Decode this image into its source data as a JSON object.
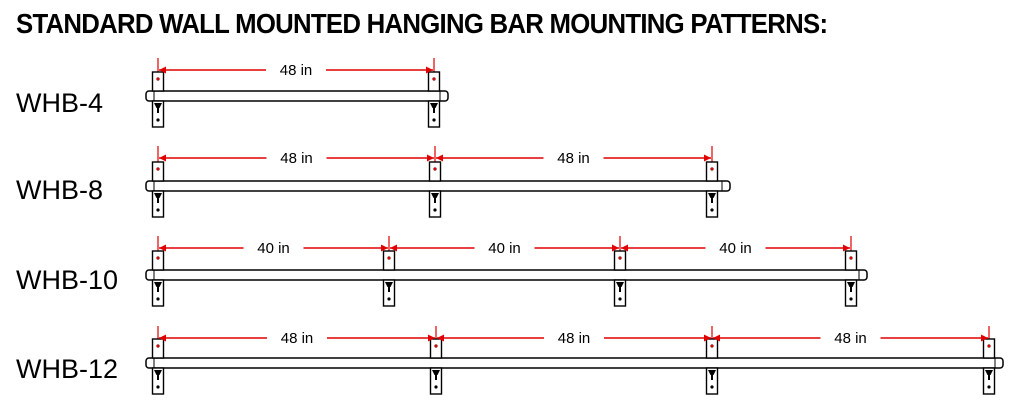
{
  "title": "STANDARD WALL MOUNTED HANGING BAR MOUNTING PATTERNS:",
  "colors": {
    "dimension": "#e00000",
    "line": "#000000"
  },
  "patterns": [
    {
      "model": "WHB-4",
      "spacing_label": "48 in",
      "bracket_count": 2
    },
    {
      "model": "WHB-8",
      "spacing_label": "48 in",
      "bracket_count": 3
    },
    {
      "model": "WHB-10",
      "spacing_label": "40 in",
      "bracket_count": 4
    },
    {
      "model": "WHB-12",
      "spacing_label": "48 in",
      "bracket_count": 4
    }
  ]
}
